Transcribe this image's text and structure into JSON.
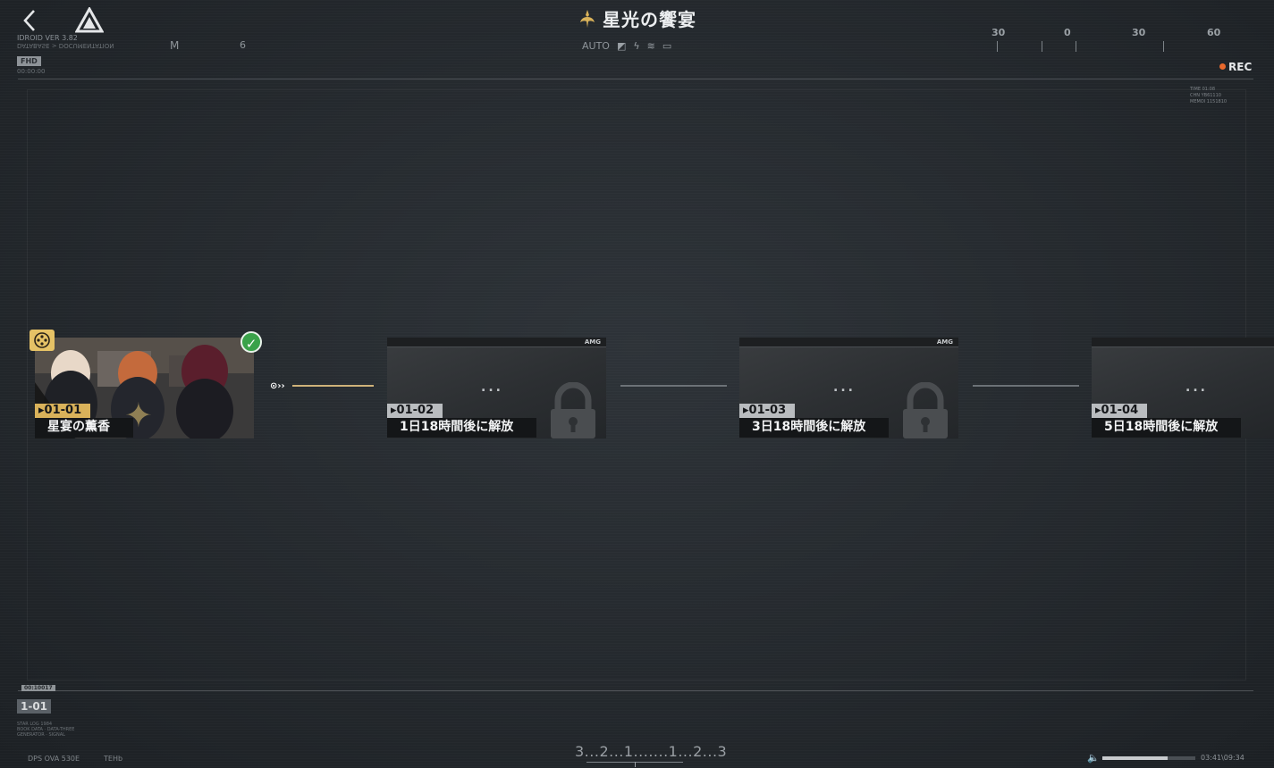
{
  "header": {
    "title": "星光の饗宴",
    "version": "IDROID VER 3.82",
    "path": "DATABASE > DOCUMENTATION",
    "resolution": "FHD",
    "timecode": "00:00:00",
    "mode_label": "M",
    "six_label": "6",
    "status": {
      "auto": "AUTO"
    },
    "ruler": [
      "30",
      "0",
      "30",
      "60"
    ],
    "rec": "REC",
    "info_lines": [
      "TIME 01:08",
      "CHN YB61110",
      "MEMOI 1151810"
    ]
  },
  "stages": [
    {
      "code": "01-01",
      "name": "星宴の薫香",
      "state": "cleared"
    },
    {
      "code": "01-02",
      "name": "1日18時間後に解放",
      "state": "locked"
    },
    {
      "code": "01-03",
      "name": "3日18時間後に解放",
      "state": "locked"
    },
    {
      "code": "01-04",
      "name": "5日18時間後に解放",
      "state": "locked"
    }
  ],
  "locked_brand": "AMG",
  "locked_dots": "...",
  "footer": {
    "tag": "00:10017",
    "current_stage": "1-01",
    "meta_lines": [
      "STAR LOG 1984",
      "BOOK DATA · DATA-THREE",
      "GENERATOR · SIGNAL"
    ],
    "left_label": "DPS OVA 530E",
    "left_label2": "TEHb",
    "countdown": "3...2...1.......1...2...3",
    "volume_percent": 70,
    "time": "03:41\\09:34"
  },
  "colors": {
    "accent": "#d9b25a",
    "cleared": "#3aa24a",
    "rec": "#e9692c"
  }
}
